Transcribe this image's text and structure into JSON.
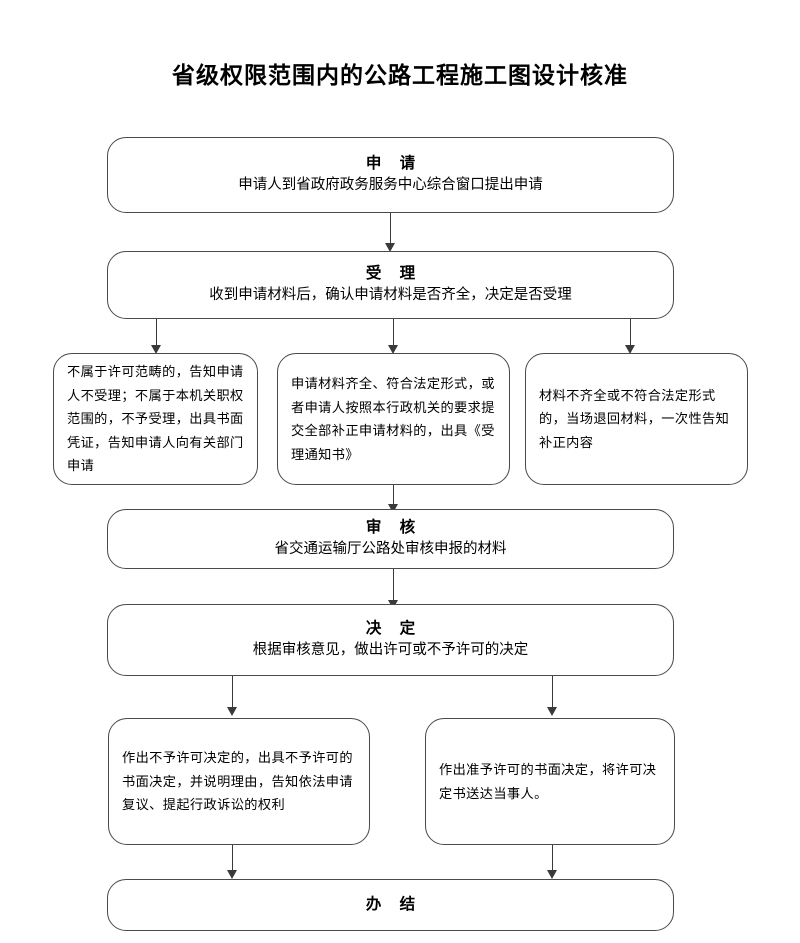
{
  "page": {
    "title": "省级权限范围内的公路工程施工图设计核准",
    "background": "#ffffff",
    "line_color": "#4a4a4a",
    "text_color": "#000000"
  },
  "nodes": {
    "apply": {
      "head": "申  请",
      "body": "申请人到省政府政务服务中心综合窗口提出申请"
    },
    "accept": {
      "head": "受  理",
      "body": "收到申请材料后，确认申请材料是否齐全，决定是否受理"
    },
    "accept_branch_left": {
      "text": "不属于许可范畴的，告知申请人不受理；不属于本机关职权范围的，不予受理，出具书面凭证，告知申请人向有关部门申请"
    },
    "accept_branch_mid": {
      "text": "申请材料齐全、符合法定形式，或者申请人按照本行政机关的要求提交全部补正申请材料的，出具《受理通知书》"
    },
    "accept_branch_right": {
      "text": "材料不齐全或不符合法定形式的，当场退回材料，一次性告知补正内容"
    },
    "review": {
      "head": "审  核",
      "body": "省交通运输厅公路处审核申报的材料"
    },
    "decide": {
      "head": "决  定",
      "body": "根据审核意见，做出许可或不予许可的决定"
    },
    "decide_branch_left": {
      "text": "作出不予许可决定的，出具不予许可的书面决定，并说明理由，告知依法申请复议、提起行政诉讼的权利"
    },
    "decide_branch_right": {
      "text": "作出准予许可的书面决定，将许可决定书送达当事人。"
    },
    "finish": {
      "head": "办  结"
    }
  }
}
